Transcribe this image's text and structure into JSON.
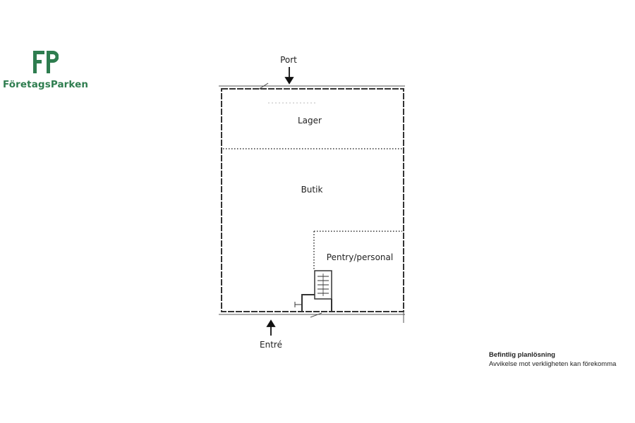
{
  "brand": {
    "name": "FöretagsParken",
    "color": "#2e7d4f",
    "icon": "fp-monogram-icon"
  },
  "floorplan": {
    "rooms": {
      "lager": "Lager",
      "butik": "Butik",
      "pentry": "Pentry/personal"
    },
    "labels": {
      "port": "Port",
      "entre": "Entré"
    }
  },
  "note": {
    "title": "Befintlig planlösning",
    "disclaimer": "Avvikelse mot verkligheten kan förekomma"
  }
}
